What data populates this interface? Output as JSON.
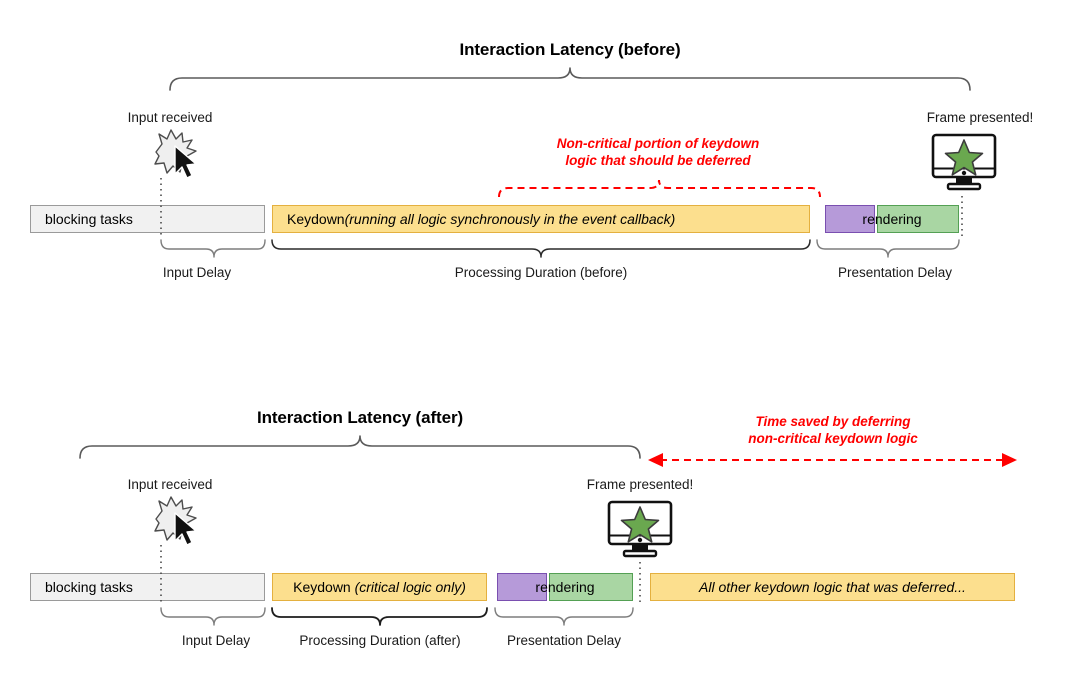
{
  "sections": [
    {
      "id": "before",
      "title": "Interaction Latency (before)",
      "input_label": "Input received",
      "frame_label": "Frame presented!",
      "annotation": {
        "line1": "Non-critical portion of keydown",
        "line2": "logic that should be deferred"
      },
      "bars": [
        {
          "name": "blocking-tasks",
          "label": "blocking tasks"
        },
        {
          "name": "keydown",
          "label_plain": "Keydown ",
          "label_italic": "(running all logic synchronously in the event callback)"
        },
        {
          "name": "pre-render",
          "label": ""
        },
        {
          "name": "rendering",
          "label": "rendering"
        }
      ],
      "phases": [
        {
          "name": "input-delay",
          "label": "Input Delay"
        },
        {
          "name": "processing-duration",
          "label": "Processing Duration (before)"
        },
        {
          "name": "presentation-delay",
          "label": "Presentation Delay"
        }
      ]
    },
    {
      "id": "after",
      "title": "Interaction Latency (after)",
      "input_label": "Input received",
      "frame_label": "Frame presented!",
      "annotation": {
        "line1": "Time saved by deferring",
        "line2": "non-critical keydown logic"
      },
      "bars": [
        {
          "name": "blocking-tasks",
          "label": "blocking tasks"
        },
        {
          "name": "keydown",
          "label_plain": "Keydown ",
          "label_italic": "(critical logic only)"
        },
        {
          "name": "pre-render",
          "label": ""
        },
        {
          "name": "rendering",
          "label": "rendering"
        },
        {
          "name": "deferred",
          "label_italic": "All other keydown logic that was deferred..."
        }
      ],
      "phases": [
        {
          "name": "input-delay",
          "label": "Input Delay"
        },
        {
          "name": "processing-duration",
          "label": "Processing Duration (after)"
        },
        {
          "name": "presentation-delay",
          "label": "Presentation Delay"
        }
      ]
    }
  ],
  "colors": {
    "blocking": "#f1f1f1",
    "blocking_border": "#9a9a9a",
    "keydown": "#fcdf8e",
    "keydown_border": "#e4b03f",
    "purple": "#b69ad9",
    "purple_border": "#7a4fb0",
    "green": "#a9d6a3",
    "green_border": "#54a054",
    "annotation_red": "#ff0000",
    "star": "#6aa84f",
    "text": "#000000"
  },
  "icons": {
    "input_burst": "starburst-icon",
    "cursor": "cursor-arrow-icon",
    "monitor": "monitor-icon",
    "star": "star-icon"
  }
}
